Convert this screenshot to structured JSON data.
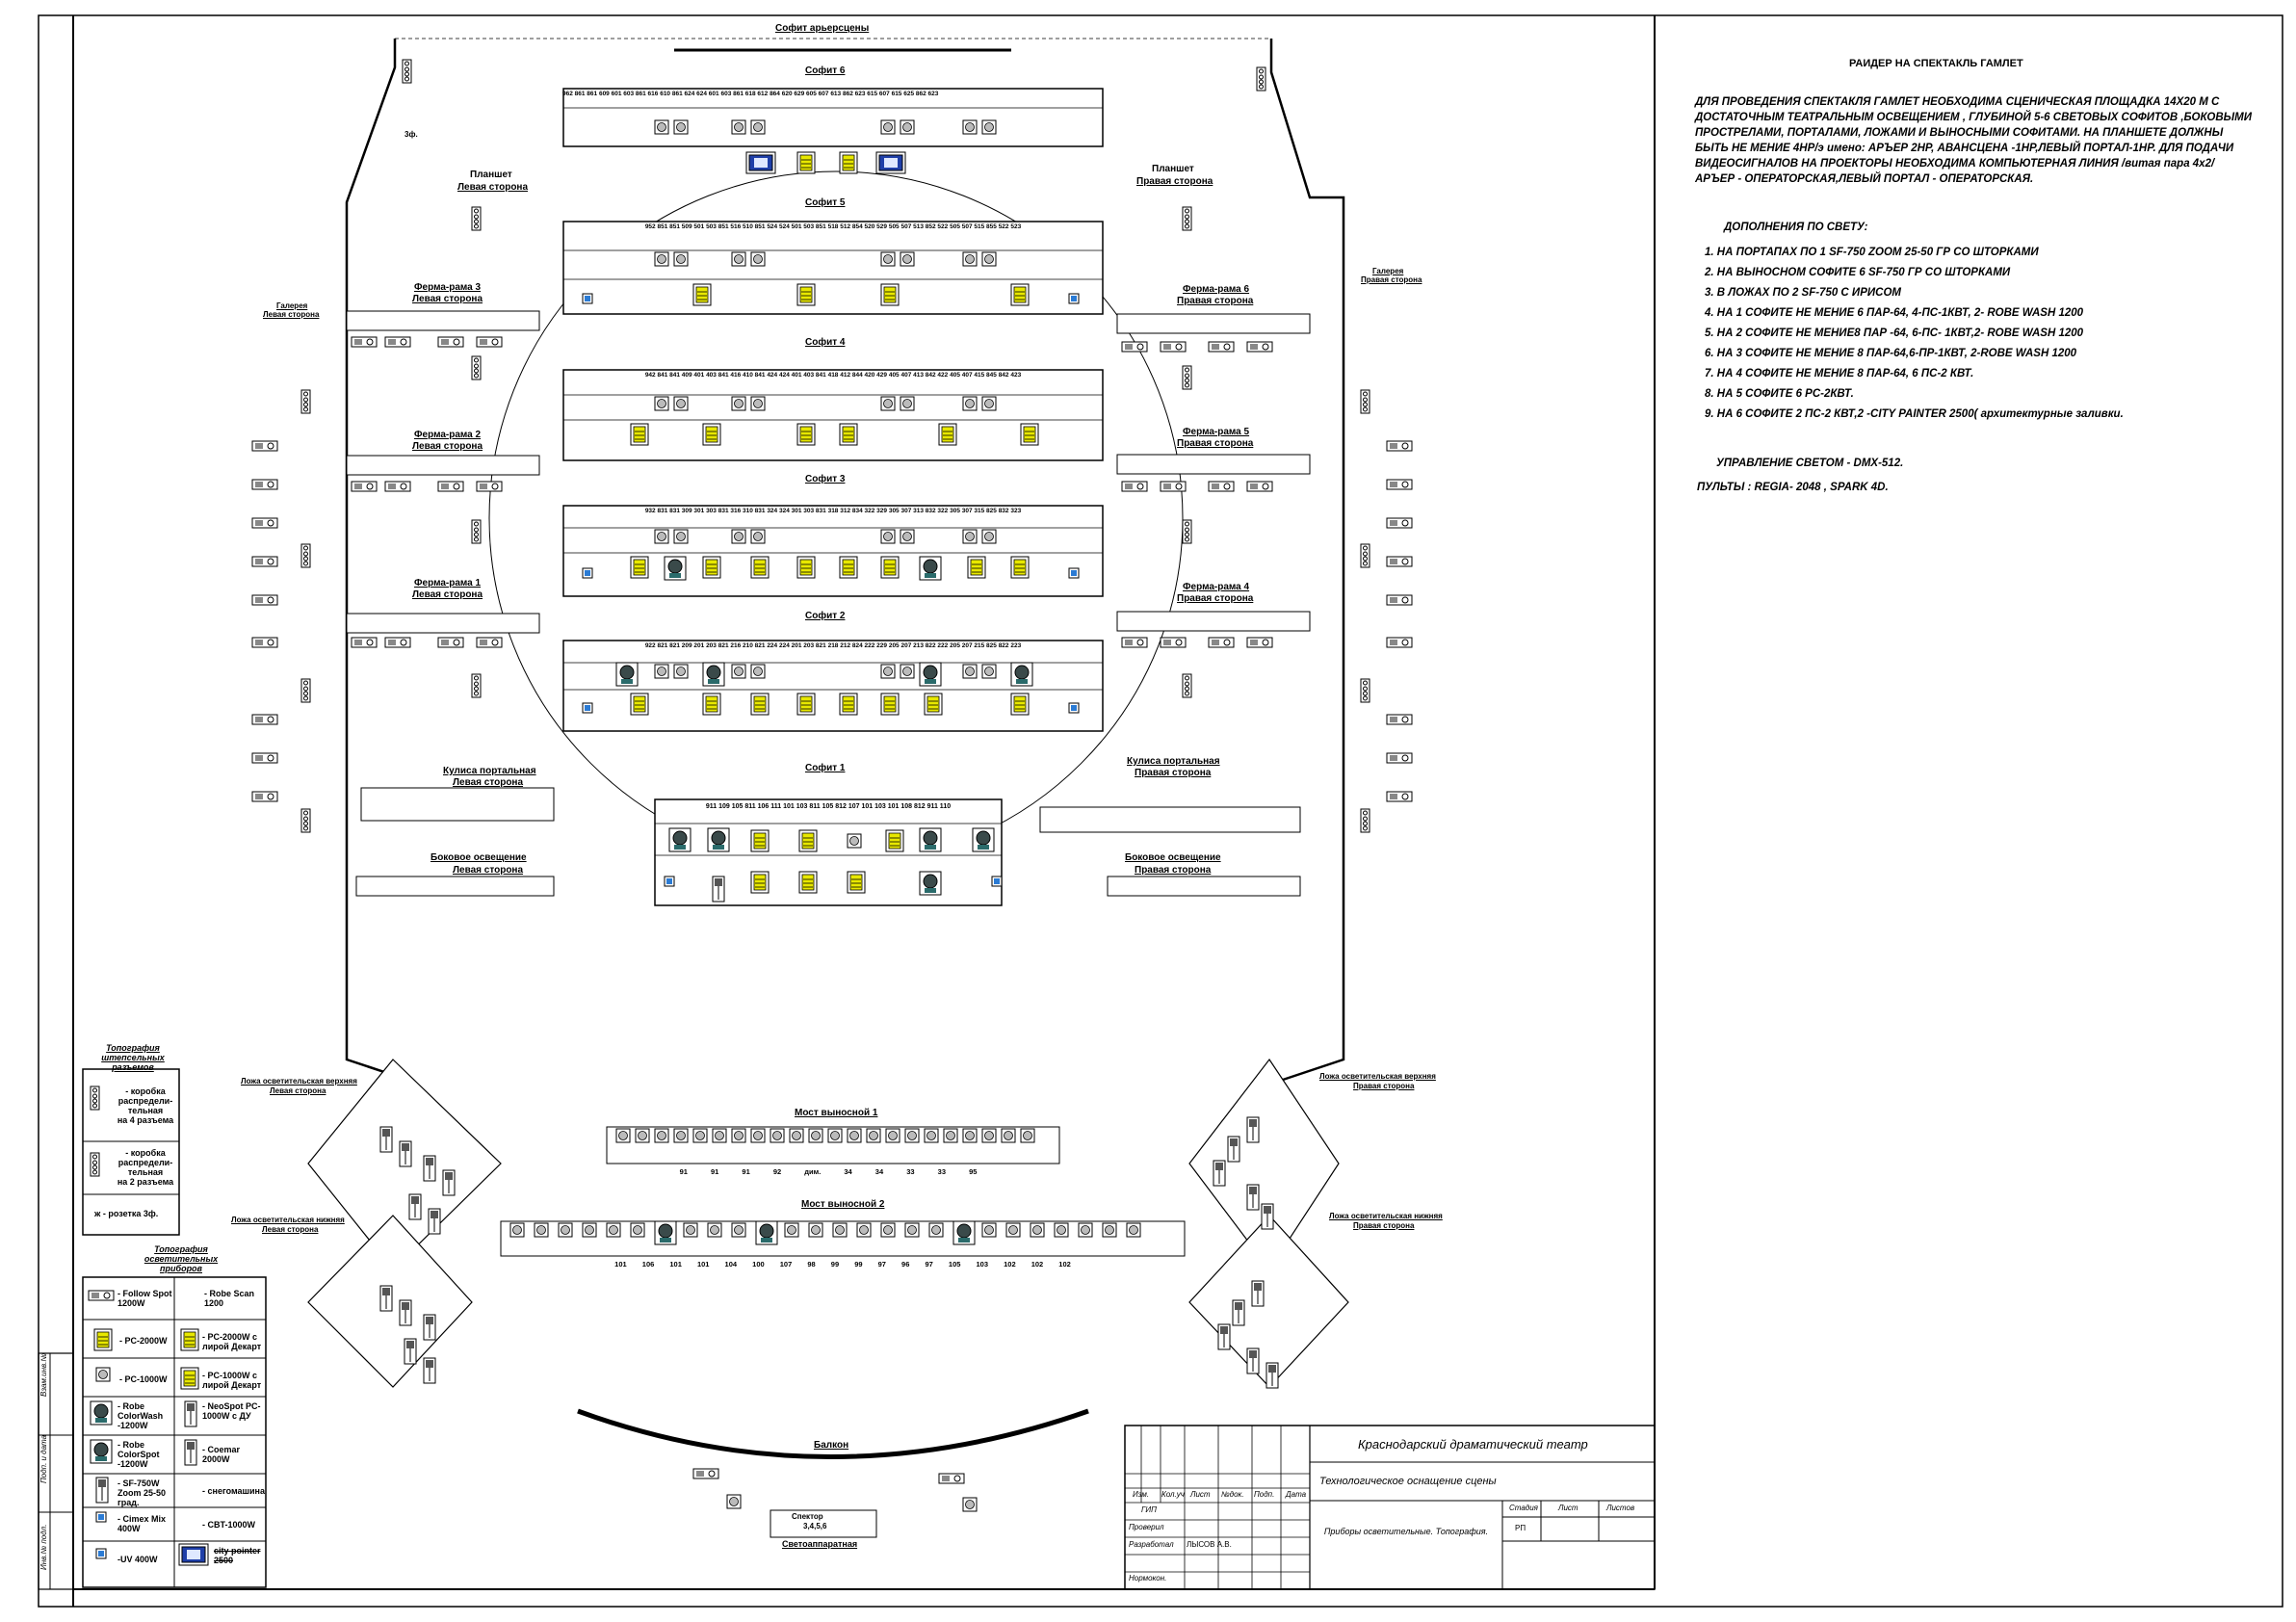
{
  "rider": {
    "title": "РАИДЕР НА СПЕКТАКЛЬ ГАМЛЕТ",
    "intro": "ДЛЯ ПРОВЕДЕНИЯ СПЕКТАКЛЯ ГАМЛЕТ НЕОБХОДИМА СЦЕНИЧЕСКАЯ ПЛОЩАДКА 14Х20 М С ДОСТАТОЧНЫМ ТЕАТРАЛЬНЫМ ОСВЕЩЕНИЕМ , ГЛУБИНОЙ 5-6 СВЕТОВЫХ СОФИТОВ ,БОКОВЫМИ ПРОСТРЕЛАМИ, ПОРТАЛАМИ, ЛОЖАМИ И ВЫНОСНЫМИ СОФИТАМИ. НА ПЛАНШЕТЕ ДОЛЖНЫ БЫТЬ НЕ МЕНИЕ 4НР/э имено: АРЪЕР 2НР, АВАНСЦЕНА -1НР,ЛЕВЫЙ ПОРТАЛ-1НР. ДЛЯ ПОДАЧИ ВИДЕОСИГНАЛОВ НА ПРОЕКТОРЫ НЕОБХОДИМА КОМПЬЮТЕРНАЯ ЛИНИЯ /витая пара 4х2/АРЪЕР - ОПЕРАТОРСКАЯ,ЛЕВЫЙ ПОРТАЛ - ОПЕРАТОРСКАЯ.",
    "additions_title": "ДОПОЛНЕНИЯ ПО СВЕТУ:",
    "additions": [
      "1. НА ПОРТАПАХ ПО 1 SF-750 ZOOM 25-50 ГР СО ШТОРКАМИ",
      "2. НА ВЫНОСНОМ СОФИТЕ 6 SF-750 ГР СО ШТОРКАМИ",
      "3. В ЛОЖАХ ПО 2 SF-750 С ИРИСОМ",
      "4. НА 1 СОФИТЕ НЕ МЕНИЕ 6 ПАР-64, 4-ПС-1КВТ, 2- ROBE WASH 1200",
      "5. НА 2 СОФИТЕ НЕ МЕНИЕ8 ПАР -64, 6-ПС- 1КВТ,2- ROBE WASH 1200",
      "6. НА 3 СОФИТЕ НЕ МЕНИЕ 8 ПАР-64,6-ПР-1КВТ, 2-ROBE WASH 1200",
      "7. НА 4 СОФИТЕ НЕ МЕНИЕ 8 ПАР-64, 6 ПС-2 КВТ.",
      "8. НА 5 СОФИТЕ 6 PC-2КВТ.",
      "9. НА 6 СОФИТЕ 2 ПС-2 КВТ,2 -CITY PAINTER 2500( архитектурные заливки."
    ],
    "control": "УПРАВЛЕНИЕ СВЕТОМ - DMX-512.",
    "consoles": "ПУЛЬТЫ : REGIA- 2048 , SPARK 4D."
  },
  "plan": {
    "sofit_arrier": "Софит арьерсцены",
    "sofit6": "Софит 6",
    "sofit5": "Софит 5",
    "sofit4": "Софит 4",
    "sofit3": "Софит 3",
    "sofit2": "Софит 2",
    "sofit1": "Софит 1",
    "planshet_left_1": "Планшет",
    "planshet_left_2": "Левая сторона",
    "planshet_right_1": "Планшет",
    "planshet_right_2": "Правая сторона",
    "gallery_left_1": "Галерея",
    "gallery_left_2": "Левая сторона",
    "gallery_right_1": "Галерея",
    "gallery_right_2": "Правая сторона",
    "ferma3_l_1": "Ферма-рама 3",
    "ferma3_l_2": "Левая сторона",
    "ferma2_l_1": "Ферма-рама 2",
    "ferma2_l_2": "Левая сторона",
    "ferma1_l_1": "Ферма-рама 1",
    "ferma1_l_2": "Левая сторона",
    "ferma6_r_1": "Ферма-рама 6",
    "ferma6_r_2": "Правая сторона",
    "ferma5_r_1": "Ферма-рама 5",
    "ferma5_r_2": "Правая сторона",
    "ferma4_r_1": "Ферма-рама 4",
    "ferma4_r_2": "Правая сторона",
    "kulisa_l_1": "Кулиса портальная",
    "kulisa_l_2": "Левая сторона",
    "kulisa_r_1": "Кулиса портальная",
    "kulisa_r_2": "Правая сторона",
    "side_l_1": "Боковое освещение",
    "side_l_2": "Левая сторона",
    "side_r_1": "Боковое освещение",
    "side_r_2": "Правая сторона",
    "most1": "Мост выносной 1",
    "most2": "Мост выносной 2",
    "loge_top_l_1": "Ложа осветительская верхняя",
    "loge_top_l_2": "Левая сторона",
    "loge_top_r_1": "Ложа осветительская верхняя",
    "loge_top_r_2": "Правая сторона",
    "loge_bot_l_1": "Ложа осветительская нижняя",
    "loge_bot_l_2": "Левая сторона",
    "loge_bot_r_1": "Ложа осветительская нижняя",
    "loge_bot_r_2": "Правая сторона",
    "balcony": "Балкон",
    "svetoapp": "Светоаппаратная",
    "svetoapp_box": "Спектор",
    "svetoapp_nums": "3,4,5,6",
    "tf": "3ф.",
    "sofit6_nums": "962 861 861 609 601 603 861 616 610 861 624 624 601 603 861 618 612 864 620 629 605 607 613 862 623 615 607 615 625 862 623",
    "sofit5_nums": "952 851 851 509 501 503 851 516 510 851 524 524 501 503 851 518 512 854 520 529 505 507 513 852 522 505 507 515 855 522 523",
    "sofit4_nums": "942 841 841 409 401 403 841 416 410 841 424 424 401 403 841 418 412 844 420 429 405 407 413 842 422 405 407 415 845 842 423",
    "sofit3_nums": "932 831 831 309 301 303 831 316 310 831 324 324 301 303 831 318 312 834 322 329 305 307 313 832 322 305 307 315 825 832 323",
    "sofit2_nums": "922 821 821 209 201 203 821 216 210 821 224 224 201 203 821 218 212 824 222 229 205 207 213 822 222 205 207 215 825 822 223",
    "sofit1_nums": "911 109 105 811 106 111 101 103 811 105 812 107 101 103 101 108 812 911 110",
    "most1_nums": "91 91 91 92 дим. 34 34 33 33 95",
    "most2_nums": "101 106 101 101 104 100 107 98 99 99 97 96 97 105 103 102 102 102"
  },
  "legend": {
    "connectors_title_1": "Топография",
    "connectors_title_2": "штепсельных",
    "connectors_title_3": "разъемов",
    "box4_1": "- коробка",
    "box4_2": "распредели-",
    "box4_3": "тельная",
    "box4_4": "на 4 разъема",
    "box2_1": "- коробка",
    "box2_2": "распредели-",
    "box2_3": "тельная",
    "box2_4": "на 2 разъема",
    "socket": "- розетка 3ф.",
    "devices_title_1": "Топография",
    "devices_title_2": "осветительных",
    "devices_title_3": "приборов",
    "dev1": "- Follow Spot 1200W",
    "dev2": "- Robe Scan 1200",
    "dev3": "- PC-2000W",
    "dev4": "- PC-2000W с лирой Декарт",
    "dev5": "- PC-1000W",
    "dev6": "- PC-1000W с лирой Декарт",
    "dev7": "- Robe ColorWash -1200W",
    "dev8": "- NeoSpot PC-1000W с ДУ",
    "dev9": "- Robe ColorSpot -1200W",
    "dev10": "- Coemar 2000W",
    "dev11": "- SF-750W Zoom 25-50 град.",
    "dev12": "- снегомашина",
    "dev13": "- Cimex Mix 400W",
    "dev14": "- CBT-1000W",
    "dev15": "-UV 400W",
    "dev16": "city pointer 2500"
  },
  "sidebar_labels": {
    "s1": "Взам.инв.№",
    "s2": "Подп. и дата",
    "s3": "Инв.№ подл."
  },
  "title_block": {
    "theatre": "Краснодарский драматический театр",
    "project": "Технологическое оснащение сцены",
    "sheet": "Приборы осветительные. Топография.",
    "h_izm": "Изм.",
    "h_kol": "Кол.уч",
    "h_list": "Лист",
    "h_ndok": "№док.",
    "h_podp": "Подп.",
    "h_data": "Дата",
    "gip": "ГИП",
    "check": "Проверил",
    "dev": "Разработал",
    "dev_name": "ЛЫСОВ А.В.",
    "norm": "Нормокон.",
    "stage": "Стадия",
    "list": "Лист",
    "lists": "Листов",
    "rp": "РП"
  }
}
